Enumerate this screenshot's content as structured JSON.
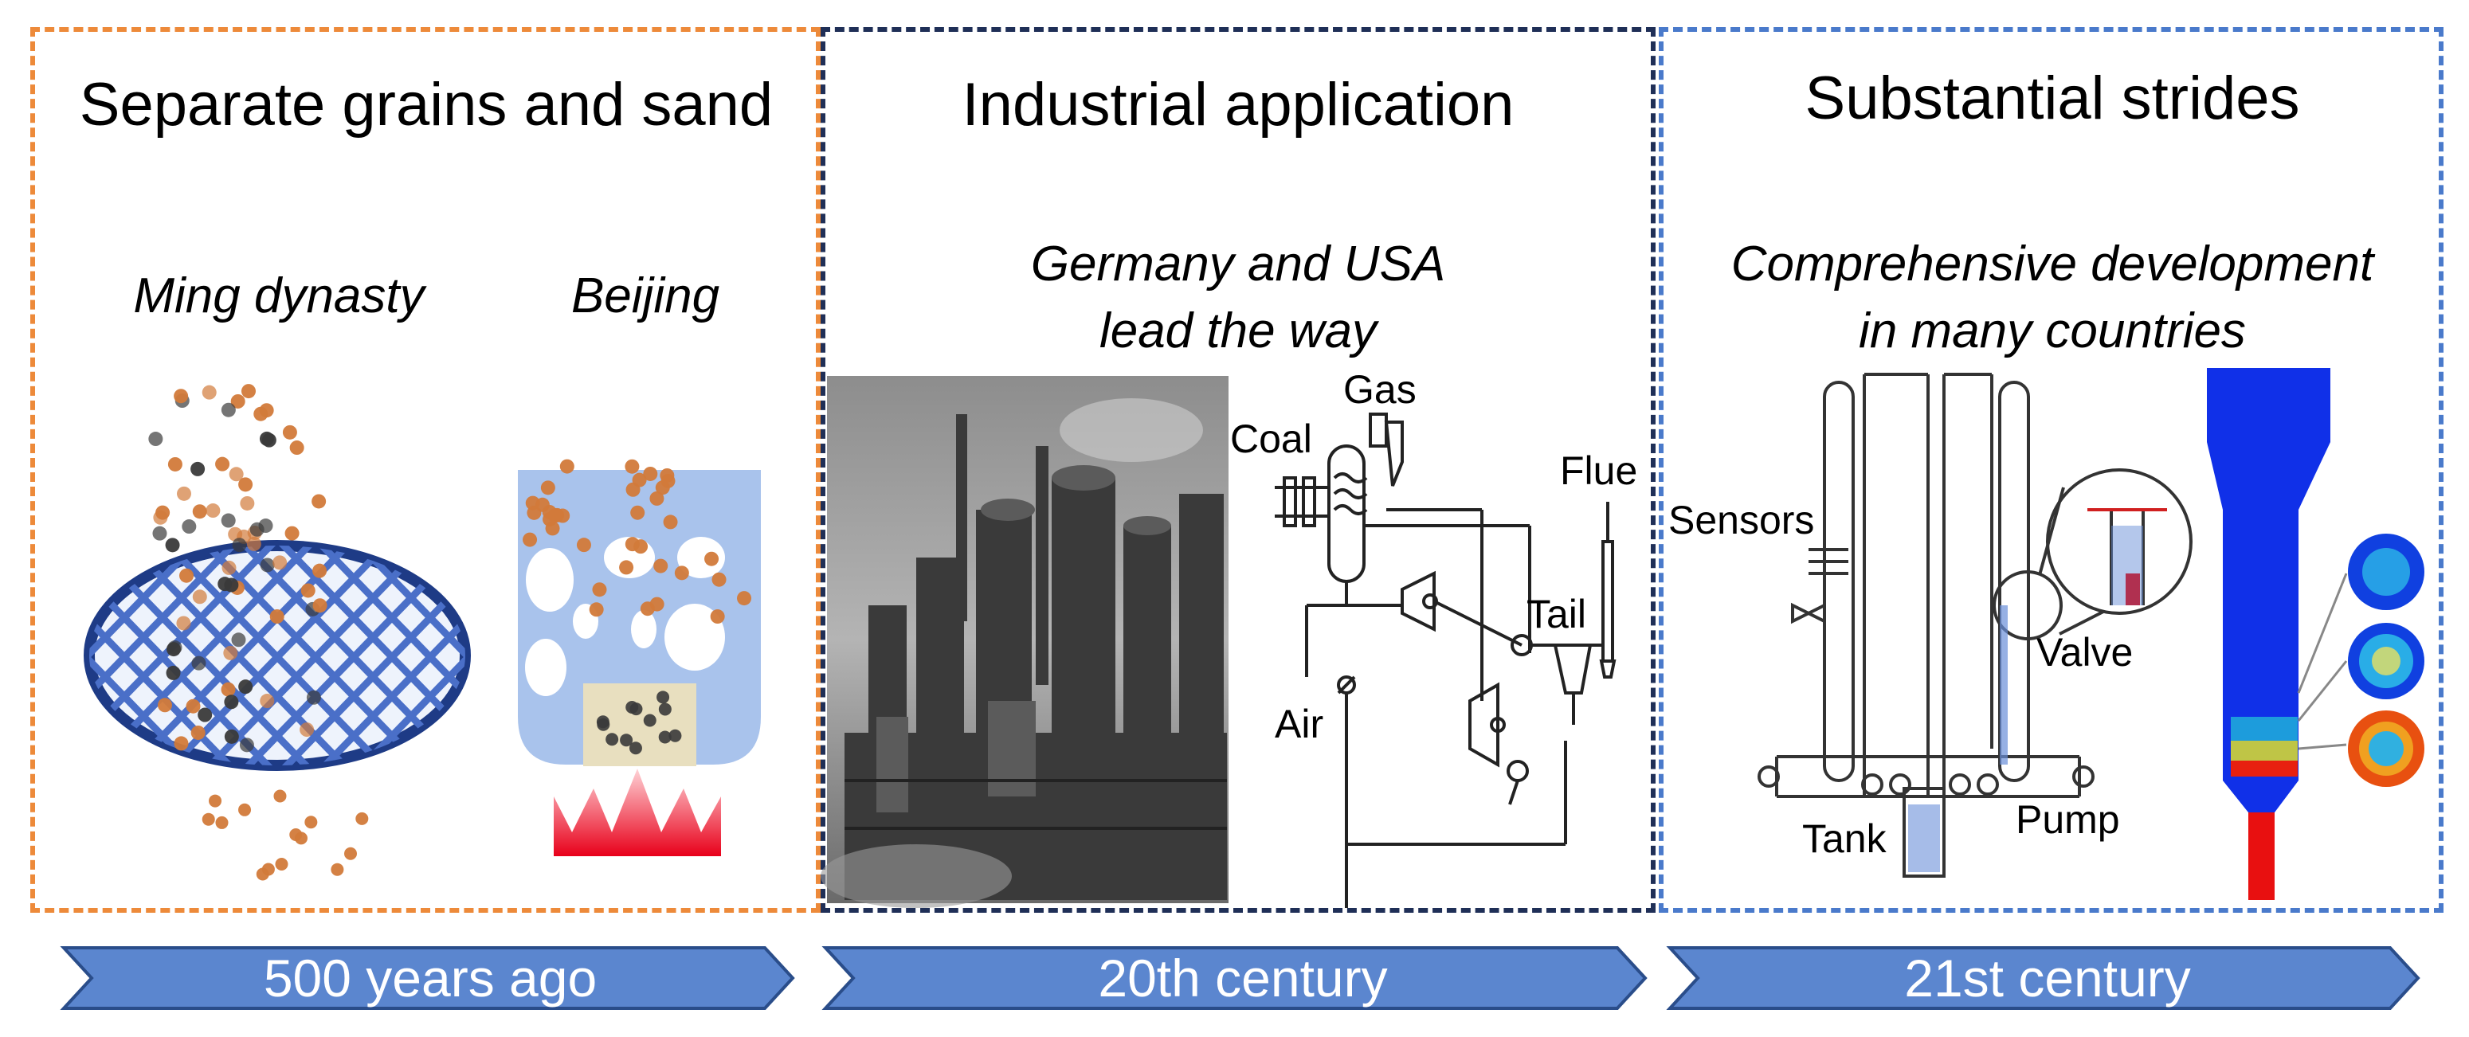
{
  "panels": [
    {
      "title": "Separate grains and sand",
      "captions": [
        "Ming dynasty",
        "Beijing"
      ],
      "era": "500 years ago"
    },
    {
      "title": "Industrial application",
      "caption_lines": [
        "Germany and USA",
        "lead the way"
      ],
      "diagram_labels": {
        "coal": "Coal",
        "gas": "Gas",
        "flue": "Flue",
        "tail": "Tail",
        "air": "Air"
      },
      "era": "20th century"
    },
    {
      "title": "Substantial strides",
      "caption_lines": [
        "Comprehensive development",
        "in many countries"
      ],
      "diagram_labels": {
        "sensors": "Sensors",
        "valve": "Valve",
        "tank": "Tank",
        "pump": "Pump"
      },
      "era": "21st century"
    }
  ],
  "colors": {
    "panel1_border": "#ed8a3a",
    "panel2_border": "#1f2f57",
    "panel3_border": "#4a7acb",
    "timeline_arrow": "#5b86cf",
    "grain": "#d27a3a",
    "sand": "#3a3a3a",
    "sieve": "#6f8fd8",
    "pot": "#a9c3ec"
  }
}
